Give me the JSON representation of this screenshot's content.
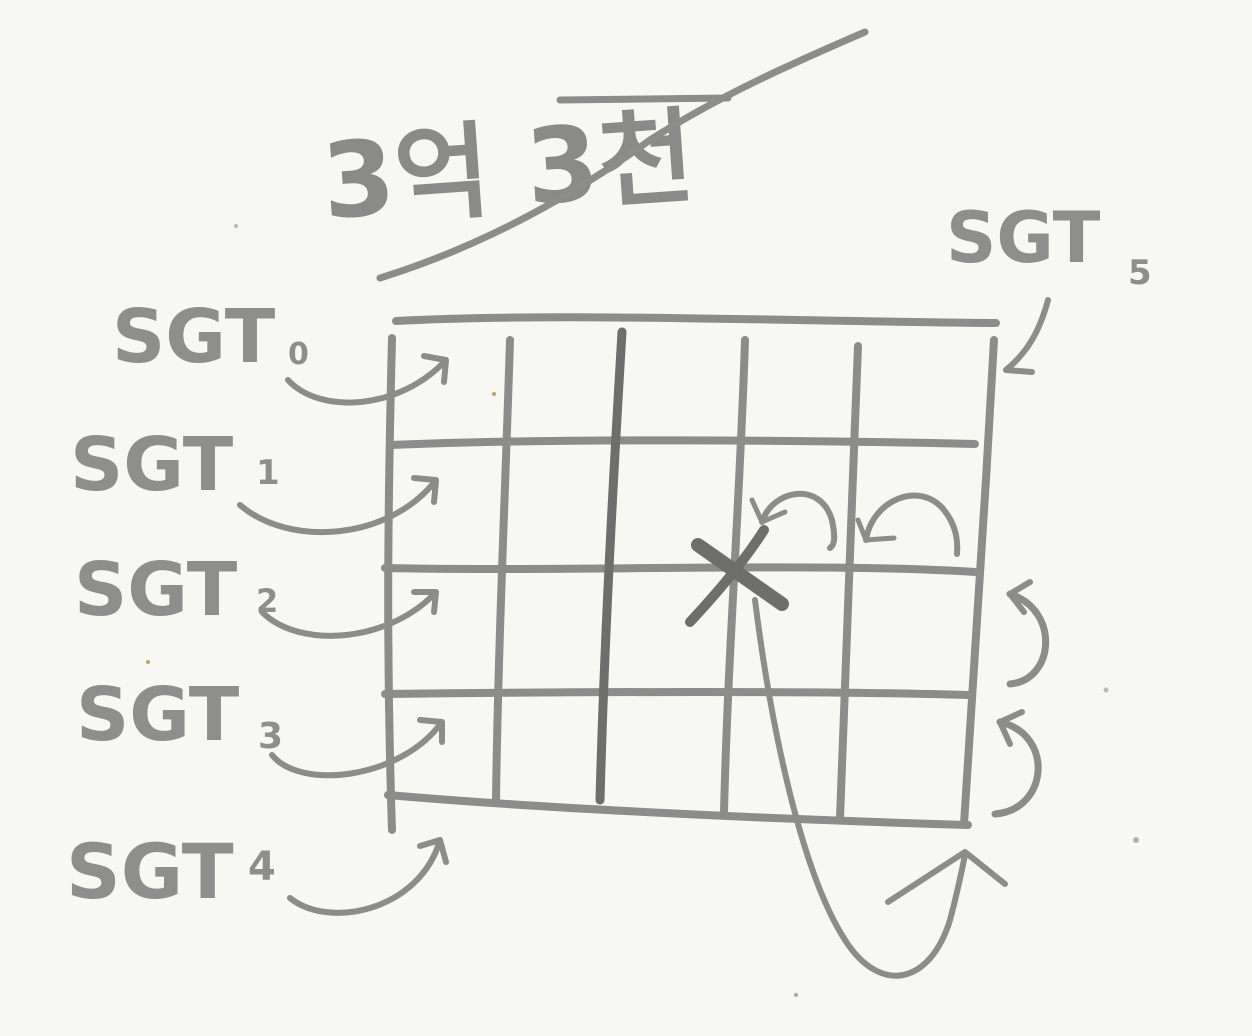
{
  "title": "3억 3천",
  "grid": {
    "rows": 4,
    "cols": 5
  },
  "crossed_cell": {
    "row": 2,
    "col": 4
  },
  "labels": {
    "left": [
      {
        "main": "SGT",
        "sub": "0"
      },
      {
        "main": "SGT",
        "sub": "1"
      },
      {
        "main": "SGT",
        "sub": "2"
      },
      {
        "main": "SGT",
        "sub": "3"
      },
      {
        "main": "SGT",
        "sub": "4"
      }
    ],
    "top_right": {
      "main": "SGT",
      "sub": "5"
    }
  },
  "colors": {
    "paper": "#f7f7f4",
    "pencil": "#8c8c8a",
    "pencil_dark": "#6e6e6c"
  }
}
